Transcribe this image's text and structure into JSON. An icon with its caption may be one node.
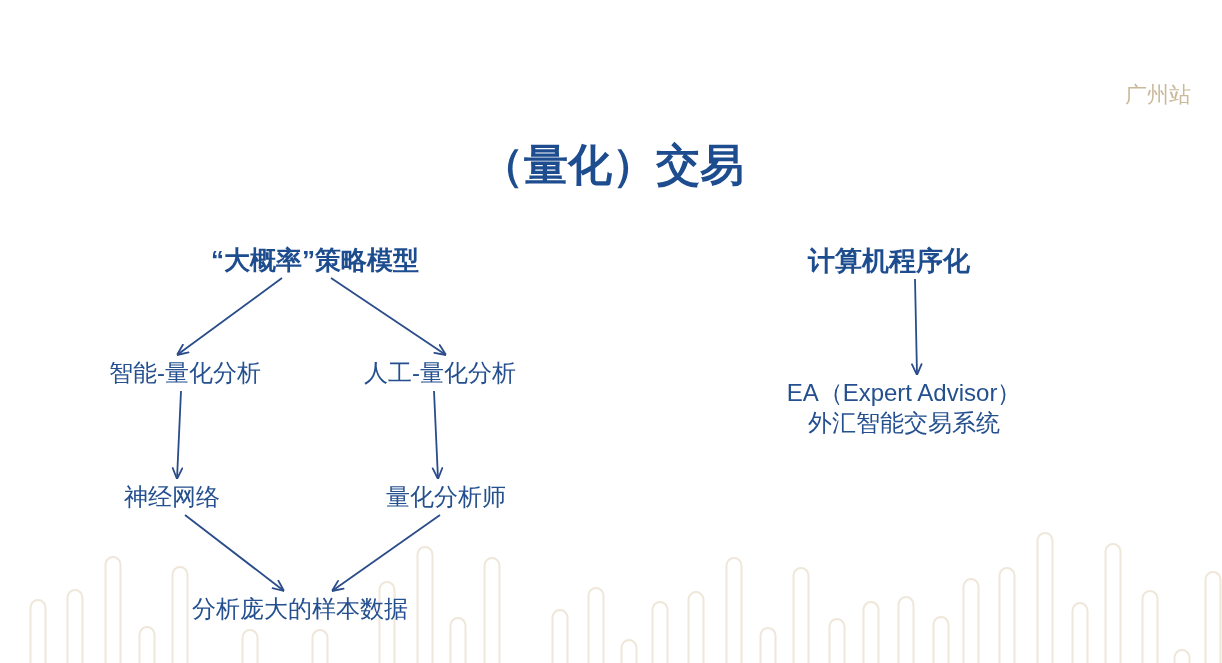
{
  "diagram": {
    "title": "（量化）交易",
    "nodes": [
      {
        "text": [
          "“大概率”策略模型"
        ]
      },
      {
        "text": [
          "智能-量化分析"
        ]
      },
      {
        "text": [
          "人工-量化分析"
        ]
      },
      {
        "text": [
          "神经网络"
        ]
      },
      {
        "text": [
          "量化分析师"
        ]
      },
      {
        "text": [
          "分析庞大的样本数据"
        ]
      },
      {
        "text": [
          "计算机程序化"
        ]
      },
      {
        "text": [
          "EA（Expert Advisor）",
          "外汇智能交易系统"
        ]
      }
    ],
    "edges": [
      {
        "from": 0,
        "to": 1,
        "arrow": "to"
      },
      {
        "from": 0,
        "to": 2,
        "arrow": "to"
      },
      {
        "from": 1,
        "to": 3,
        "arrow": "to"
      },
      {
        "from": 2,
        "to": 4,
        "arrow": "to"
      },
      {
        "from": 3,
        "to": 5,
        "arrow": "to"
      },
      {
        "from": 4,
        "to": 5,
        "arrow": "to"
      },
      {
        "from": 6,
        "to": 7,
        "arrow": "to"
      }
    ],
    "labels": [
      "广州站"
    ]
  }
}
